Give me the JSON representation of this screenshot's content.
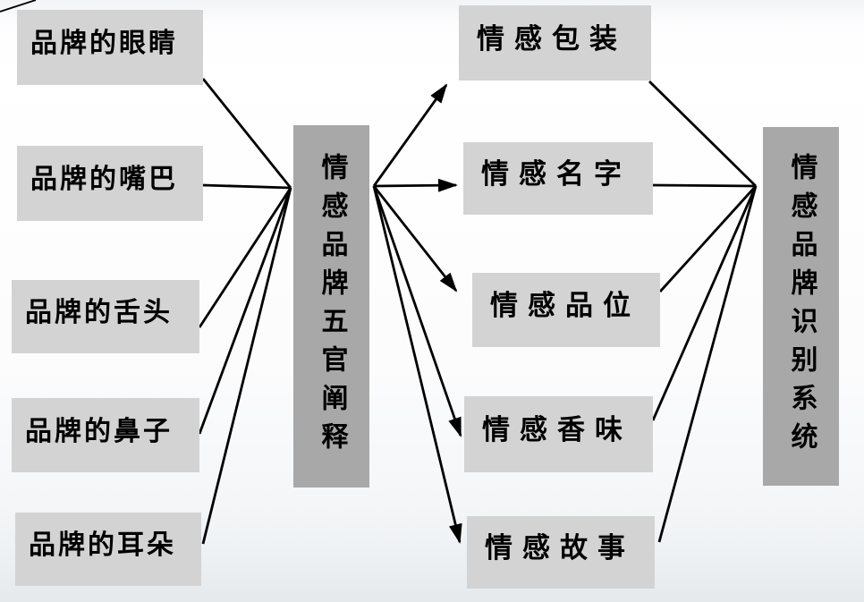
{
  "diagram": {
    "left_column": {
      "items": [
        "品牌的眼睛",
        "品牌的嘴巴",
        "品牌的舌头",
        "品牌的鼻子",
        "品牌的耳朵"
      ]
    },
    "center_hub": {
      "label": "情感品牌五官阐释"
    },
    "right_column": {
      "items": [
        "情感包装",
        "情感名字",
        "情感品位",
        "情感香味",
        "情感故事"
      ]
    },
    "result_hub": {
      "label": "情感品牌识别系统"
    },
    "colors": {
      "leaf_box_fill": "#d3d3d3",
      "hub_box_fill": "#a8a8a8",
      "line_color": "#000000",
      "text_color": "#000000"
    }
  }
}
